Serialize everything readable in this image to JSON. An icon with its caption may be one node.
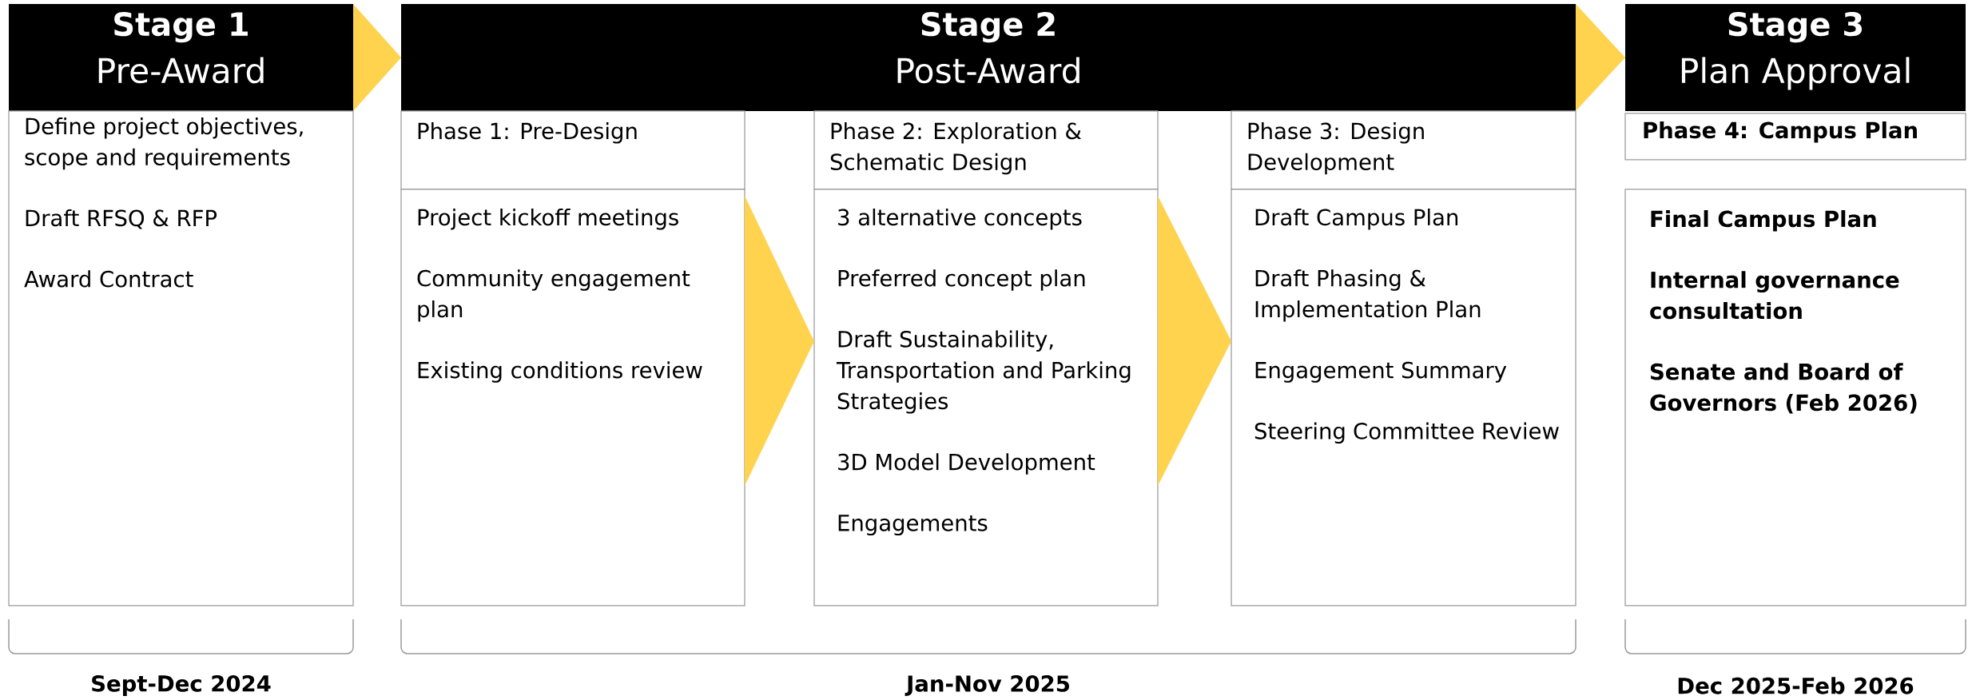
{
  "diagram": {
    "nodes": [
      {
        "text": [
          "Stage 1",
          "Pre-Award"
        ]
      },
      {
        "text": [
          "Define project objectives, scope and requirements",
          "Draft RFSQ & RFP",
          "Award Contract"
        ]
      },
      {
        "text": [
          "Stage 2",
          "Post-Award"
        ]
      },
      {
        "text": [
          "Phase 1: Pre-Design"
        ]
      },
      {
        "text": [
          "Project kickoff meetings",
          "Community engagement plan",
          "Existing conditions review"
        ]
      },
      {
        "text": [
          "Phase 2: Exploration & Schematic Design"
        ]
      },
      {
        "text": [
          "3 alternative concepts",
          "Preferred concept plan",
          "Draft Sustainability, Transportation and Parking Strategies",
          "3D Model Development",
          "Engagements"
        ]
      },
      {
        "text": [
          "Phase 3: Design Development"
        ]
      },
      {
        "text": [
          "Draft Campus Plan",
          "Draft Phasing & Implementation Plan",
          "Engagement Summary",
          "Steering Committee Review"
        ]
      },
      {
        "text": [
          "Stage 3",
          "Plan Approval"
        ]
      },
      {
        "text": [
          "Phase 4: Campus Plan"
        ]
      },
      {
        "text": [
          "Final Campus Plan",
          "Internal governance consultation",
          "Senate and Board of Governors (Feb 2026)"
        ]
      }
    ],
    "edges": [
      {
        "from": 0,
        "to": 2,
        "arrow": "to"
      },
      {
        "from": 2,
        "to": 9,
        "arrow": "to"
      },
      {
        "from": 4,
        "to": 6,
        "arrow": "to"
      },
      {
        "from": 6,
        "to": 8,
        "arrow": "to"
      }
    ],
    "labels": [
      "Sept-Dec 2024",
      "Jan-Nov 2025",
      "Dec 2025-Feb 2026"
    ]
  }
}
